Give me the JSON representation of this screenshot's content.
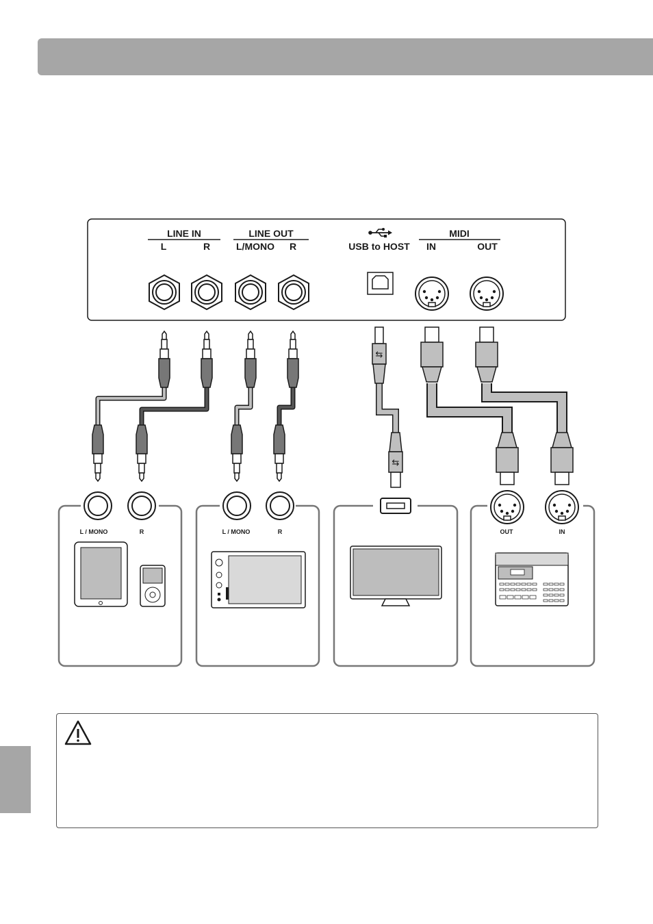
{
  "panel": {
    "line_in": "LINE IN",
    "line_in_l": "L",
    "line_in_r": "R",
    "line_out": "LINE OUT",
    "line_out_l": "L/MONO",
    "line_out_r": "R",
    "usb": "USB to HOST",
    "midi": "MIDI",
    "midi_in": "IN",
    "midi_out": "OUT"
  },
  "devices": {
    "audio_player_l": "L / MONO",
    "audio_player_r": "R",
    "mixer_l": "L / MONO",
    "mixer_r": "R",
    "midi_device_out": "OUT",
    "midi_device_in": "IN"
  },
  "colors": {
    "header": "#a6a6a6",
    "cable_dark": "#555555",
    "cable_light": "#bfbfbf",
    "screen": "#bdbdbd"
  },
  "icons": [
    "usb-icon",
    "caution-icon",
    "phone-jack-icon",
    "midi-din-icon",
    "tablet-icon",
    "music-player-icon",
    "mixer-icon",
    "monitor-icon",
    "sequencer-icon"
  ]
}
